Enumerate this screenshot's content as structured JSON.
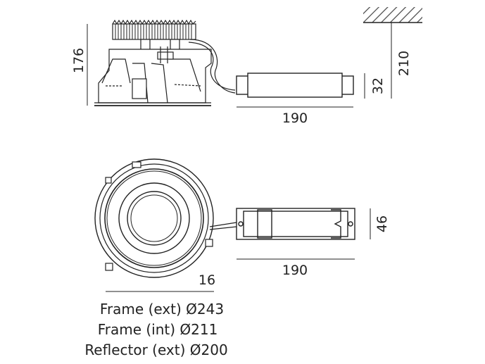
{
  "dimensions": {
    "height_total": "176",
    "driver_height": "32",
    "ceiling_cutout": "210",
    "driver_length_side": "190",
    "driver_width": "46",
    "driver_length_top": "190",
    "frame_depth": "16"
  },
  "legend": {
    "frame_ext": "Frame (ext) Ø243",
    "frame_int": "Frame (int) Ø211",
    "reflector_ext": "Reflector (ext) Ø200"
  }
}
